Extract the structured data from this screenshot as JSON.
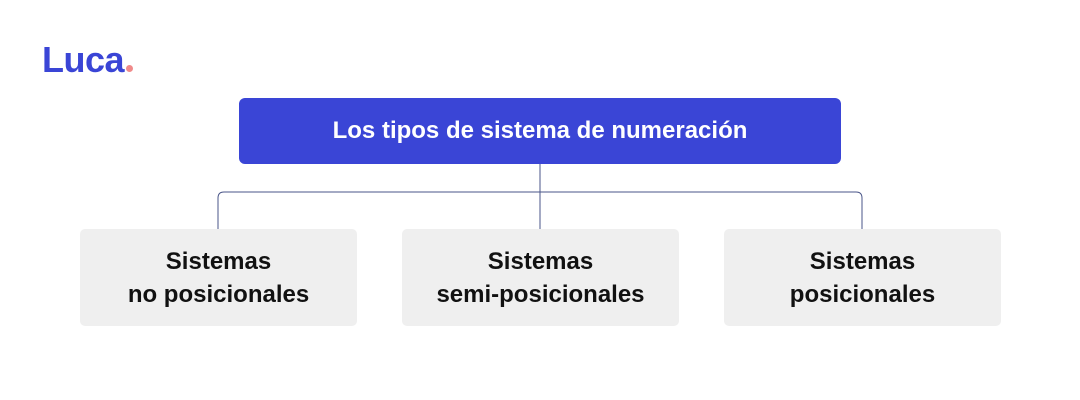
{
  "brand": {
    "logo_text": "Luca",
    "accent_color": "#3a45d6",
    "dot_color": "#f08a8a"
  },
  "diagram": {
    "root": {
      "label": "Los tipos de sistema de numeración"
    },
    "children": [
      {
        "line1": "Sistemas",
        "line2": "no posicionales"
      },
      {
        "line1": "Sistemas",
        "line2": "semi-posicionales"
      },
      {
        "line1": "Sistemas",
        "line2": "posicionales"
      }
    ]
  }
}
